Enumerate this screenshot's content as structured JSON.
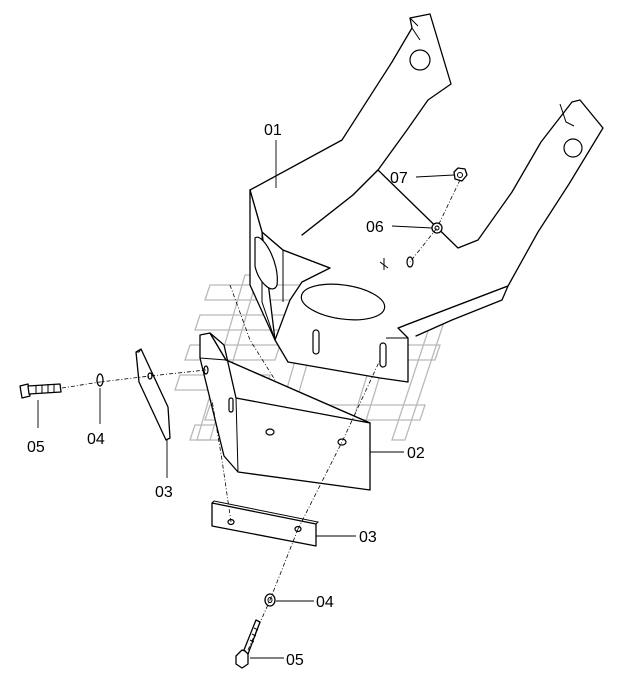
{
  "callouts": [
    {
      "id": "c01",
      "label": "01"
    },
    {
      "id": "c07",
      "label": "07"
    },
    {
      "id": "c06",
      "label": "06"
    },
    {
      "id": "c02",
      "label": "02"
    },
    {
      "id": "c05a",
      "label": "05"
    },
    {
      "id": "c04a",
      "label": "04"
    },
    {
      "id": "c03a",
      "label": "03"
    },
    {
      "id": "c03b",
      "label": "03"
    },
    {
      "id": "c04b",
      "label": "04"
    },
    {
      "id": "c05b",
      "label": "05"
    }
  ]
}
